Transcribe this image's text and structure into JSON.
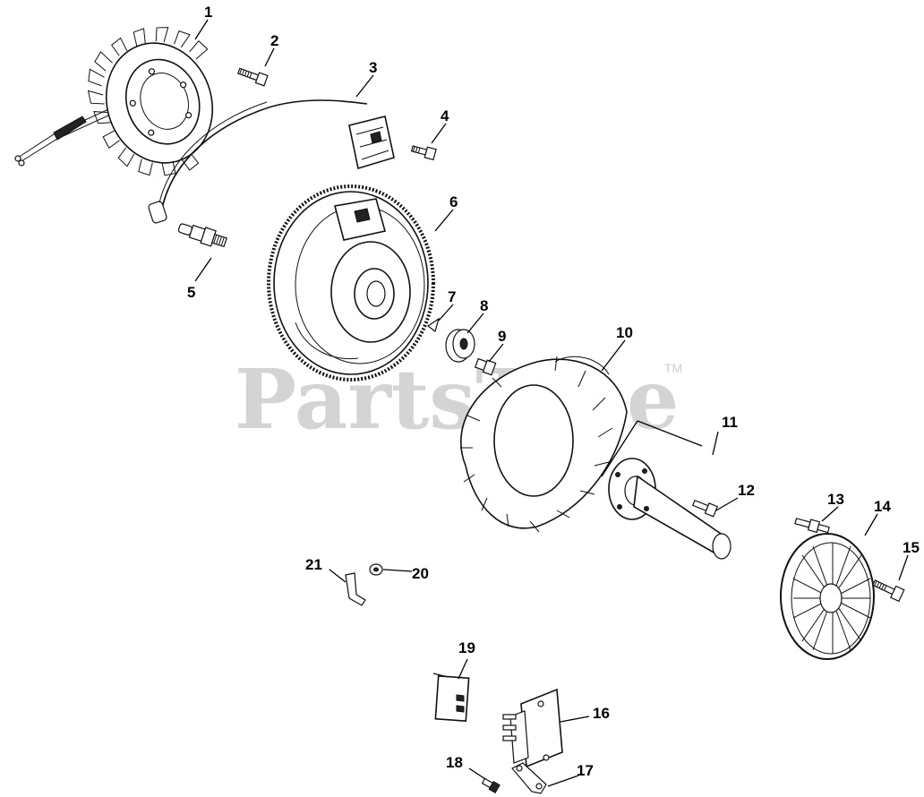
{
  "watermark": {
    "text": "PartsTree",
    "tm": "TM"
  },
  "callouts": [
    "1",
    "2",
    "3",
    "4",
    "5",
    "6",
    "7",
    "8",
    "9",
    "10",
    "11",
    "12",
    "13",
    "14",
    "15",
    "16",
    "17",
    "18",
    "19",
    "20",
    "21"
  ],
  "colors": {
    "ink": "#111111",
    "watermark": "#d4d4d4",
    "background": "#ffffff"
  }
}
